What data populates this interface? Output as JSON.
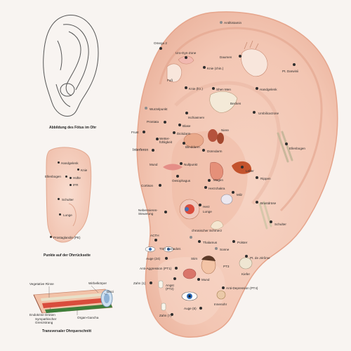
{
  "captions": {
    "fetus": "Abbildung des Fötus im Ohr",
    "back": "Punkte auf der Ohrrückseite",
    "section": "Transversaler Ohrquerschnitt"
  },
  "main_points": [
    {
      "id": "antihistamin",
      "text": "Antihistamin"
    },
    {
      "id": "omega2",
      "text": "Omega 2"
    },
    {
      "id": "urogyn",
      "text": "Uro-Gyn-Zone"
    },
    {
      "id": "daumen",
      "text": "Daumen"
    },
    {
      "id": "knie_chin",
      "text": "Knie (chin.)"
    },
    {
      "id": "darwinii",
      "text": "Pt. Darwinii"
    },
    {
      "id": "fuss",
      "text": "Fuß"
    },
    {
      "id": "knie_frz",
      "text": "Knie (frz.)"
    },
    {
      "id": "shenmen",
      "text": "Shen Men"
    },
    {
      "id": "handgelenk",
      "text": "Handgelenk"
    },
    {
      "id": "becken",
      "text": "Becken"
    },
    {
      "id": "wurzelpunkt",
      "text": "Wurzelpunkt"
    },
    {
      "id": "umbilicarzone",
      "text": "Umbilicarzone"
    },
    {
      "id": "ischiasnerv",
      "text": "Ischiasnerv"
    },
    {
      "id": "prostata",
      "text": "Prostata"
    },
    {
      "id": "blase",
      "text": "Blase"
    },
    {
      "id": "frust",
      "text": "Frust"
    },
    {
      "id": "dickdarm",
      "text": "Dickdarm"
    },
    {
      "id": "niere",
      "text": "Niere"
    },
    {
      "id": "wetter",
      "text": "Wetter-\nfühligkeit"
    },
    {
      "id": "ellenbogen",
      "text": "Ellenbogen"
    },
    {
      "id": "interferon",
      "text": "Interferon"
    },
    {
      "id": "blinddarm",
      "text": "Blinddarm"
    },
    {
      "id": "duenndarm",
      "text": "Dünndarm"
    },
    {
      "id": "mund_top",
      "text": "Mund"
    },
    {
      "id": "nullpunkt",
      "text": "Nullpunkt"
    },
    {
      "id": "leber",
      "text": "Leber"
    },
    {
      "id": "oesophagus",
      "text": "Oesophagus"
    },
    {
      "id": "magen",
      "text": "Magen"
    },
    {
      "id": "rippen",
      "text": "Rippen"
    },
    {
      "id": "cortison",
      "text": "Cortison"
    },
    {
      "id": "herzchakra",
      "text": "Herzchakra"
    },
    {
      "id": "milz",
      "text": "Milz"
    },
    {
      "id": "herz",
      "text": "Herz"
    },
    {
      "id": "lunge",
      "text": "Lunge"
    },
    {
      "id": "brustdruese",
      "text": "Brustdrüse"
    },
    {
      "id": "nebennieren",
      "text": "Nebennieren-\nSteuerung"
    },
    {
      "id": "schulter_main",
      "text": "Schulter"
    },
    {
      "id": "chron_schmerz",
      "text": "chronischer Schmerz"
    },
    {
      "id": "acth",
      "text": "ACTH"
    },
    {
      "id": "thalamus",
      "text": "Thalamus"
    },
    {
      "id": "polster",
      "text": "Polster"
    },
    {
      "id": "tsh",
      "text": "TSH"
    },
    {
      "id": "gonadotr",
      "text": "Gonadotr."
    },
    {
      "id": "sonne",
      "text": "Sonne"
    },
    {
      "id": "auge24",
      "text": "Auge (24)"
    },
    {
      "id": "stirn",
      "text": "Stirn"
    },
    {
      "id": "jerome",
      "text": "Pt. de Jérôme"
    },
    {
      "id": "antiaggr",
      "text": "Anti-Aggression (PT1)"
    },
    {
      "id": "pt3",
      "text": "PT3"
    },
    {
      "id": "kiefer",
      "text": "Kiefer"
    },
    {
      "id": "zahn1",
      "text": "Zahn (1)"
    },
    {
      "id": "angst",
      "text": "Angst\n(PT2)"
    },
    {
      "id": "mund_bot",
      "text": "Mund"
    },
    {
      "id": "antidepr",
      "text": "Anti-Depression (PT4)"
    },
    {
      "id": "auge8",
      "text": "Auge (8)"
    },
    {
      "id": "innenohr",
      "text": "Innenohr"
    },
    {
      "id": "zahn7",
      "text": "Zahn (7)"
    }
  ],
  "back_points": [
    {
      "id": "b_handgelenk",
      "text": "Handgelenk"
    },
    {
      "id": "b_knie",
      "text": "Knie"
    },
    {
      "id": "b_ellenbogen",
      "text": "Ellenbogen"
    },
    {
      "id": "b_huefte",
      "text": "Hüfte"
    },
    {
      "id": "b_ifr",
      "text": "IFR"
    },
    {
      "id": "b_schulter",
      "text": "Schulter"
    },
    {
      "id": "b_lunge",
      "text": "Lunge"
    },
    {
      "id": "b_prostaglandin",
      "text": "Prostaglandin (PE)"
    }
  ],
  "section_labels": [
    {
      "id": "s_rinne",
      "text": "Vegetative Rinne"
    },
    {
      "id": "s_wirbel",
      "text": "Wirbelkörper"
    },
    {
      "id": "s_disci",
      "text": "Disci"
    },
    {
      "id": "s_endokrin",
      "text": "Endokrine Drüsen"
    },
    {
      "id": "s_sympath",
      "text": "Sympathischer\nGrenzstrang"
    },
    {
      "id": "s_organ",
      "text": "Organ-Gancha"
    }
  ]
}
